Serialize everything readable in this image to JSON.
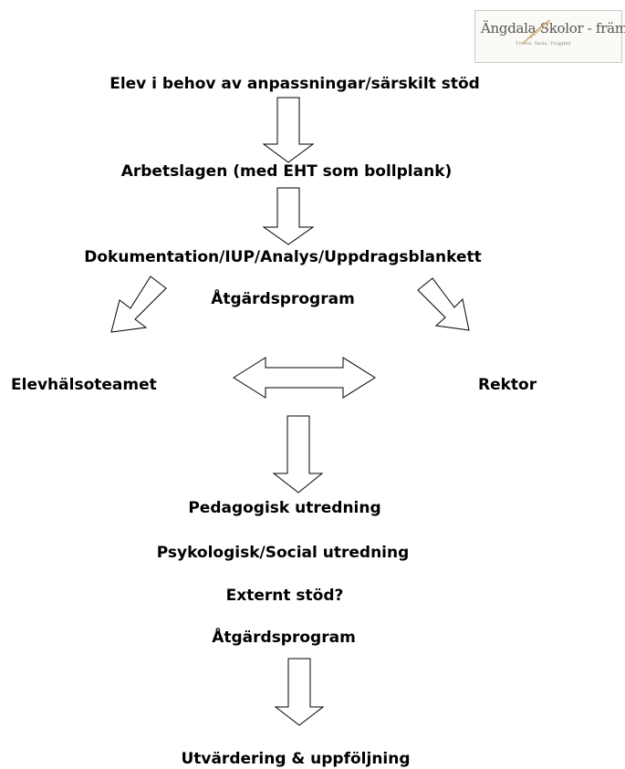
{
  "logo": {
    "text": "Ängdala Skolor - främst",
    "subtext": "Trivsel, Skola, Trygghet"
  },
  "flow": {
    "elev": "Elev i behov av anpassningar/särskilt stöd",
    "arbetslag": "Arbetslagen (med EHT som bollplank)",
    "dokumentation": "Dokumentation/IUP/Analys/Uppdragsblankett",
    "atgardsprogram_1": "Åtgärdsprogram",
    "elevhalsoteam": "Elevhälsoteamet",
    "rektor": "Rektor",
    "pedagogisk": "Pedagogisk utredning",
    "psykologisk": "Psykologisk/Social utredning",
    "externt": "Externt stöd?",
    "atgardsprogram_2": "Åtgärdsprogram",
    "utvardering": "Utvärdering & uppföljning"
  }
}
